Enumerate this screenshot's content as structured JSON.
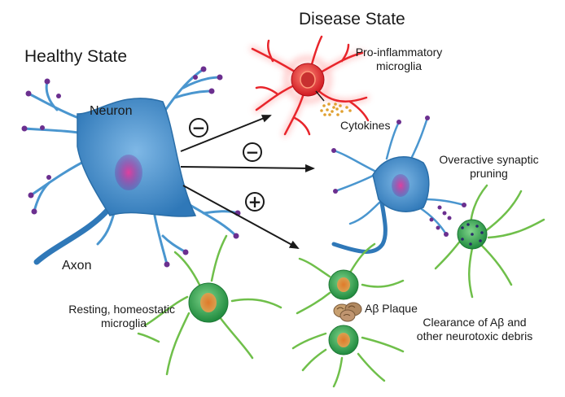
{
  "titles": {
    "healthy": "Healthy State",
    "disease": "Disease State"
  },
  "labels": {
    "neuron": "Neuron",
    "axon": "Axon",
    "resting_line1": "Resting, homeostatic",
    "resting_line2": "microglia",
    "proinflam_line1": "Pro-inflammatory",
    "proinflam_line2": "microglia",
    "cytokines": "Cytokines",
    "pruning_line1": "Overactive synaptic",
    "pruning_line2": "pruning",
    "plaque": "Aβ Plaque",
    "clearance_line1": "Clearance of Aβ and",
    "clearance_line2": "other neurotoxic debris"
  },
  "signs": {
    "top": "−",
    "middle": "−",
    "bottom": "+"
  },
  "colors": {
    "neuron_body": "#3a86c4",
    "neuron_dendrite": "#4a96cf",
    "nucleus": "#b0238a",
    "synapse": "#6b2f8f",
    "healthy_microglia": "#2f9a4c",
    "microglia_branch": "#6fbf4a",
    "microglia_nucleus": "#e08a3c",
    "inflammatory_microglia": "#e8252b",
    "cytokine": "#e0a030",
    "plaque": "#b08860",
    "arrow": "#1a1a1a"
  }
}
